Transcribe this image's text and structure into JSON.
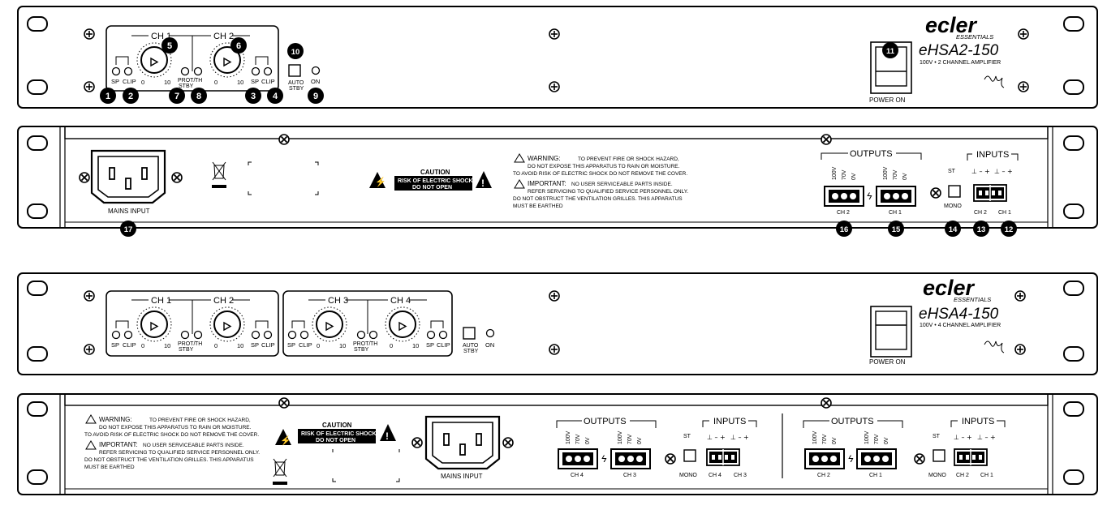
{
  "brand": {
    "logo": "ecler",
    "sub": "ESSENTIALS"
  },
  "models": {
    "top": {
      "name": "eHSA2-150",
      "desc": "100V • 2 CHANNEL AMPLIFIER"
    },
    "bottom": {
      "name": "eHSA4-150",
      "desc": "100V • 4 CHANNEL AMPLIFIER"
    }
  },
  "front": {
    "ch1": "CH 1",
    "ch2": "CH 2",
    "ch3": "CH 3",
    "ch4": "CH 4",
    "sp": "SP",
    "clip": "CLIP",
    "zero": "0",
    "ten": "10",
    "prot1": "PROT/",
    "prot2": "STBY",
    "th": "TH",
    "auto1": "AUTO",
    "auto2": "STBY",
    "on": "ON",
    "power_on": "POWER ON"
  },
  "rear": {
    "mains_input": "MAINS INPUT",
    "caution": "CAUTION",
    "caution_l1": "RISK OF ELECTRIC SHOCK",
    "caution_l2": "DO NOT OPEN",
    "warning_title": "WARNING:",
    "warning_l1": "TO PREVENT FIRE OR SHOCK HAZARD,",
    "warning_l2": "DO NOT EXPOSE THIS APPARATUS TO RAIN OR MOISTURE.",
    "warning_l3": "TO AVOID RISK OF ELECTRIC SHOCK DO NOT REMOVE THE COVER.",
    "important_title": "IMPORTANT:",
    "important_l1": "NO USER SERVICEABLE PARTS INSIDE.",
    "important_l2": "REFER SERVICING TO QUALIFIED SERVICE PERSONNEL ONLY.",
    "important_l3": "DO NOT OBSTRUCT THE VENTILATION GRILLES. THIS APPARATUS",
    "important_l4": "MUST BE EARTHED",
    "outputs": "OUTPUTS",
    "inputs": "INPUTS",
    "v100": "100V",
    "v70": "70V",
    "v0": "0V",
    "st": "ST",
    "mono": "MONO",
    "pol": "⊥ – +",
    "ch1": "CH 1",
    "ch2": "CH 2",
    "ch3": "CH 3",
    "ch4": "CH 4"
  },
  "callouts": [
    "1",
    "2",
    "3",
    "4",
    "5",
    "6",
    "7",
    "8",
    "9",
    "10",
    "11",
    "12",
    "13",
    "14",
    "15",
    "16",
    "17"
  ]
}
